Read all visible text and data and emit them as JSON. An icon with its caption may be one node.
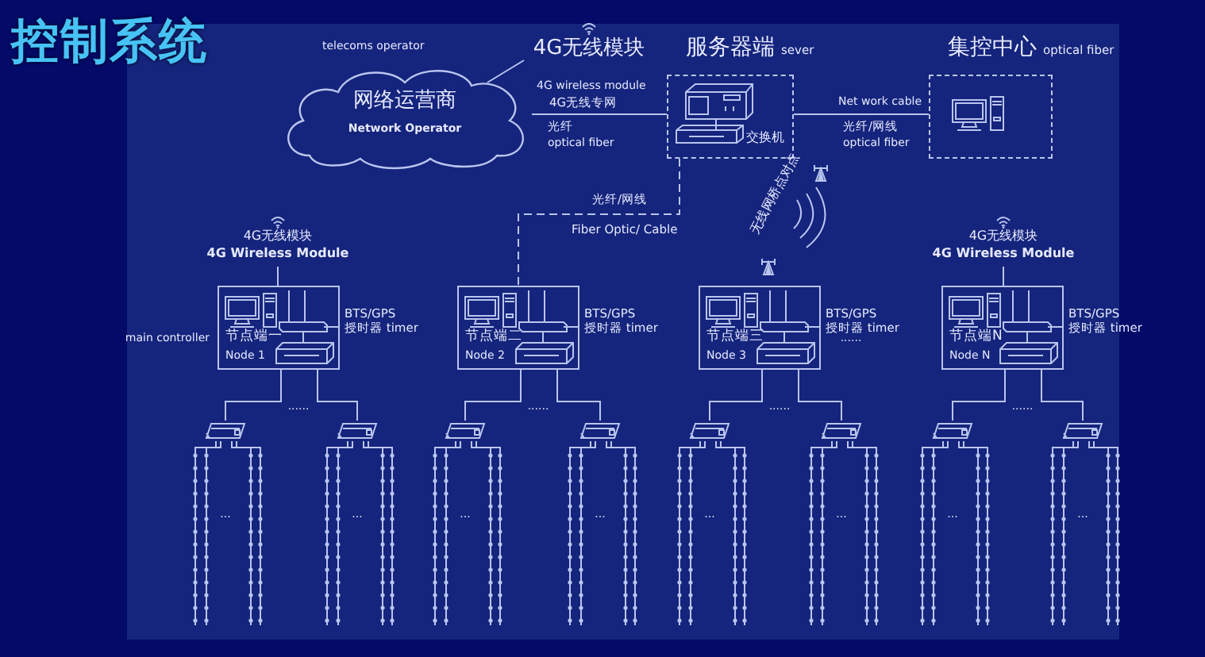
{
  "diagram": {
    "title": "控制系统",
    "nodes": [
      {
        "text": [
          "网络运营商",
          "Network Operator"
        ],
        "beside": [
          "telecoms operator"
        ]
      },
      {
        "text": [
          "4G无线模块"
        ]
      },
      {
        "text": [
          "服务器端",
          "sever",
          "交换机"
        ]
      },
      {
        "text": [
          "集控中心",
          "optical fiber"
        ]
      },
      {
        "text": [
          "4G无线模块",
          "4G Wireless Module"
        ]
      },
      {
        "text": [
          "4G无线模块",
          "4G Wireless Module"
        ]
      },
      {
        "text": [
          "节点端一",
          "Node 1"
        ],
        "beside": [
          "main controller",
          "BTS/GPS 授时器 timer"
        ]
      },
      {
        "text": [
          "节点端二",
          "Node 2"
        ],
        "beside": [
          "BTS/GPS 授时器 timer"
        ]
      },
      {
        "text": [
          "节点端三",
          "Node 3"
        ],
        "beside": [
          "BTS/GPS 授时器 timer"
        ]
      },
      {
        "text": [
          "节点端N",
          "Node N"
        ],
        "beside": [
          "BTS/GPS 授时器 timer"
        ]
      },
      {
        "text": [],
        "shape": "picture"
      },
      {
        "text": [],
        "shape": "picture"
      },
      {
        "text": [],
        "shape": "picture"
      },
      {
        "text": [],
        "shape": "picture"
      },
      {
        "text": [],
        "shape": "picture"
      },
      {
        "text": [],
        "shape": "picture"
      },
      {
        "text": [],
        "shape": "picture"
      },
      {
        "text": [],
        "shape": "picture"
      }
    ],
    "edges": [
      {
        "from": 0,
        "to": 1,
        "arrow": "none"
      },
      {
        "from": 0,
        "to": 2,
        "arrow": "none",
        "label": "4G无线专网"
      },
      {
        "from": 2,
        "to": 3,
        "arrow": "none",
        "label": "光纤/网线"
      },
      {
        "from": 2,
        "to": 7,
        "arrow": "none",
        "style": "dashed",
        "label": "光纤/网线"
      },
      {
        "from": 4,
        "to": 6,
        "arrow": "none"
      },
      {
        "from": 5,
        "to": 9,
        "arrow": "none"
      },
      {
        "from": 6,
        "to": 10,
        "arrow": "none"
      },
      {
        "from": 6,
        "to": 11,
        "arrow": "none"
      },
      {
        "from": 7,
        "to": 12,
        "arrow": "none"
      },
      {
        "from": 7,
        "to": 13,
        "arrow": "none"
      },
      {
        "from": 8,
        "to": 14,
        "arrow": "none"
      },
      {
        "from": 8,
        "to": 15,
        "arrow": "none"
      },
      {
        "from": 9,
        "to": 16,
        "arrow": "none"
      },
      {
        "from": 9,
        "to": 17,
        "arrow": "none"
      }
    ],
    "labels": [
      "4G wireless module",
      "光纤",
      "optical fiber",
      "Net work cable",
      "optical fiber",
      "Fiber Optic/ Cable",
      "无线网桥点对点",
      "......",
      "......",
      "......",
      "......",
      "......",
      "...",
      "...",
      "...",
      "...",
      "...",
      "...",
      "...",
      "..."
    ]
  }
}
